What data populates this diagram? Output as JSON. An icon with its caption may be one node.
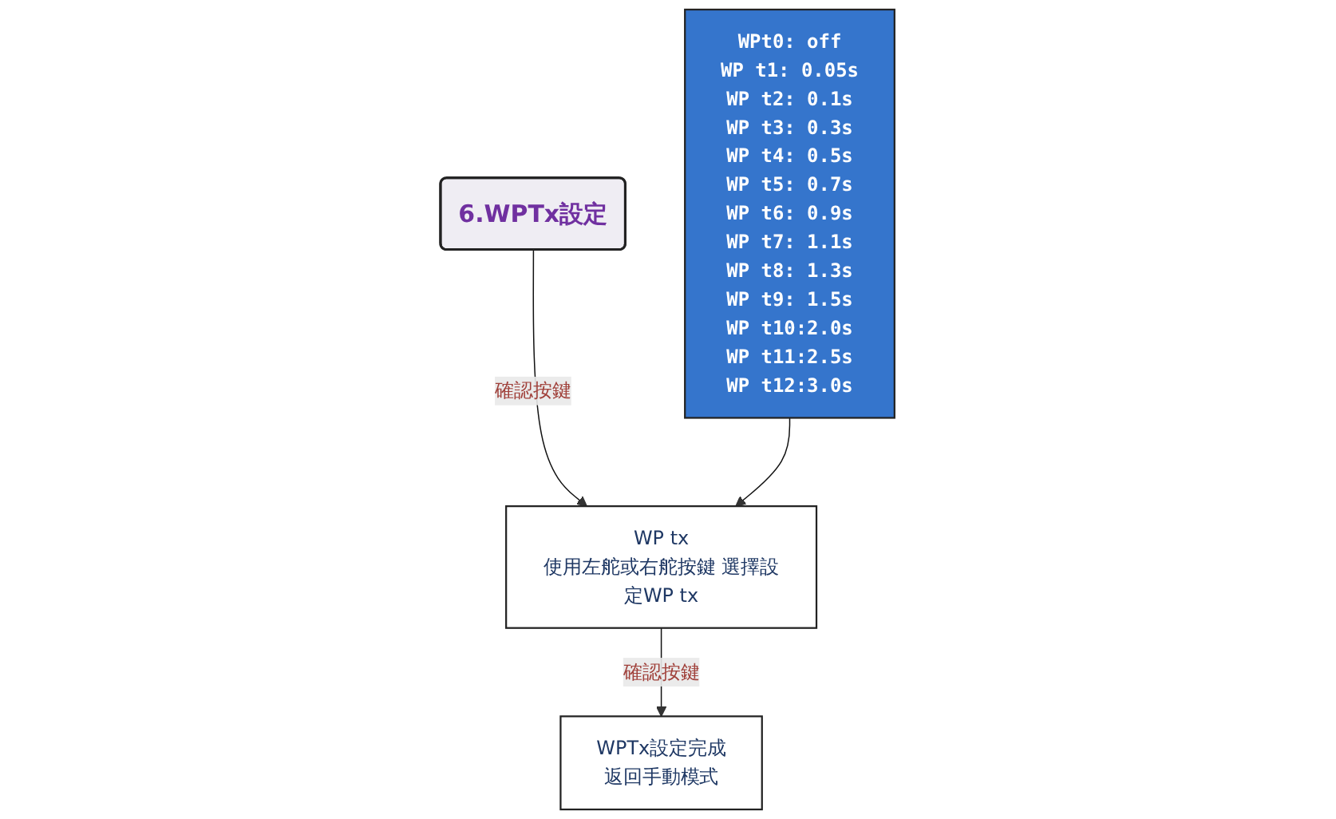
{
  "diagram": {
    "nodes": [
      {
        "text": [
          "6.WPTx設定"
        ]
      },
      {
        "text": [
          "WP tx",
          "使用左舵或右舵按鍵 選擇設定WP tx"
        ]
      },
      {
        "text": [
          "WPTx設定完成",
          "返回手動模式"
        ]
      },
      {
        "text": [
          "WPt0: off",
          "WP t1: 0.05s",
          "WP t2: 0.1s",
          "WP t3: 0.3s",
          "WP t4: 0.5s",
          "WP t5: 0.7s",
          "WP t6: 0.9s",
          "WP t7: 1.1s",
          "WP t8: 1.3s",
          "WP t9: 1.5s",
          "WP t10:2.0s",
          "WP t11:2.5s",
          "WP t12:3.0s"
        ]
      }
    ],
    "edges": [
      {
        "from": 0,
        "to": 1,
        "arrow": "to",
        "label": "確認按鍵"
      },
      {
        "from": 1,
        "to": 2,
        "arrow": "to",
        "label": "確認按鍵"
      },
      {
        "from": 3,
        "to": 1,
        "arrow": "to"
      }
    ]
  }
}
